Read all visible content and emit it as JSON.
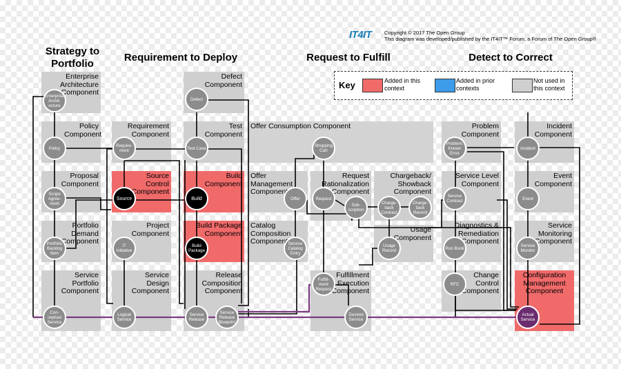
{
  "header": {
    "logo": "IT4IT",
    "copyright_line1": "Copyright © 2017 The Open Group",
    "copyright_line2": "This diagram was developed/published by the IT4IT™ Forum, a Forum of The Open Group®"
  },
  "streams": {
    "s2p": "Strategy to Portfolio",
    "r2d": "Requirement to Deploy",
    "r2f": "Request to Fulfill",
    "d2c": "Detect to Correct"
  },
  "key": {
    "title": "Key",
    "added_label": "Added in this context",
    "prior_label": "Added in prior contexts",
    "unused_label": "Not used in this context",
    "colors": {
      "added": "#f06a6a",
      "prior": "#3d9be9",
      "unused": "#cfcfcf"
    }
  },
  "components": {
    "enterprise_arch": "Enterprise Architecture Component",
    "policy": "Policy Component",
    "proposal": "Proposal Component",
    "portfolio_demand": "Portfolio Demand Component",
    "service_portfolio": "Service Portfolio Component",
    "requirement": "Requirement Component",
    "source_control": "Source Control Component",
    "project": "Project Component",
    "service_design": "Service Design Component",
    "defect": "Defect Component",
    "test": "Test Component",
    "build": "Build Component",
    "build_package": "Build Package Component",
    "release_composition": "Release Composition Component",
    "offer_consumption": "Offer Consumption Component",
    "offer_management": "Offer Management Component",
    "request_rationalization": "Request Rationalization Component",
    "chargeback": "Chargeback/ Showback Component",
    "catalog_composition": "Catalog Composition Component",
    "usage": "Usage Component",
    "fulfillment_execution": "Fulfillment Execution Component",
    "problem": "Problem Component",
    "service_level": "Service Level Component",
    "diagnostics": "Diagnostics & Remediation Component",
    "change_control": "Change Control Component",
    "incident": "Incident Component",
    "event": "Event Component",
    "service_monitoring": "Service Monitoring Component",
    "config_mgmt": "Configuration Management Component"
  },
  "nodes": {
    "enterprise_arch": "Enterprise Archit- ecture",
    "policy": "Policy",
    "scope_agreement": "Scope Agree- ment",
    "portfolio_backlog": "Portfolio Backlog Item",
    "conceptual_service": "Con- ceptual Service",
    "requirement": "Require- ment",
    "source": "Source",
    "it_initiative": "IT Initiative",
    "logical_service": "Logical Service",
    "defect": "Defect",
    "test_case": "Test Case",
    "build": "Build",
    "build_package": "Build Package",
    "service_release": "Service Release",
    "service_release_blueprint": "Service Release Blueprint",
    "shopping_cart": "Shopping Cart",
    "offer": "Offer",
    "request": "Request",
    "subscription": "Sub- scription",
    "chargeback_contract": "Charge- back Contract",
    "chargeback_record": "Charge- back Record",
    "usage_record": "Usage Record",
    "service_catalog_entry": "Service Catalog Entry",
    "fulfillment_request": "Fulfill- ment Request",
    "desired_service": "Desired Service",
    "problem_known_error": "Problem, Known Error",
    "service_contract": "Service Contract",
    "run_book": "Run Book",
    "rfc": "RFC",
    "incident": "Incident",
    "event": "Event",
    "service_monitor": "Service Monitor",
    "actual_service": "Actual Service"
  }
}
